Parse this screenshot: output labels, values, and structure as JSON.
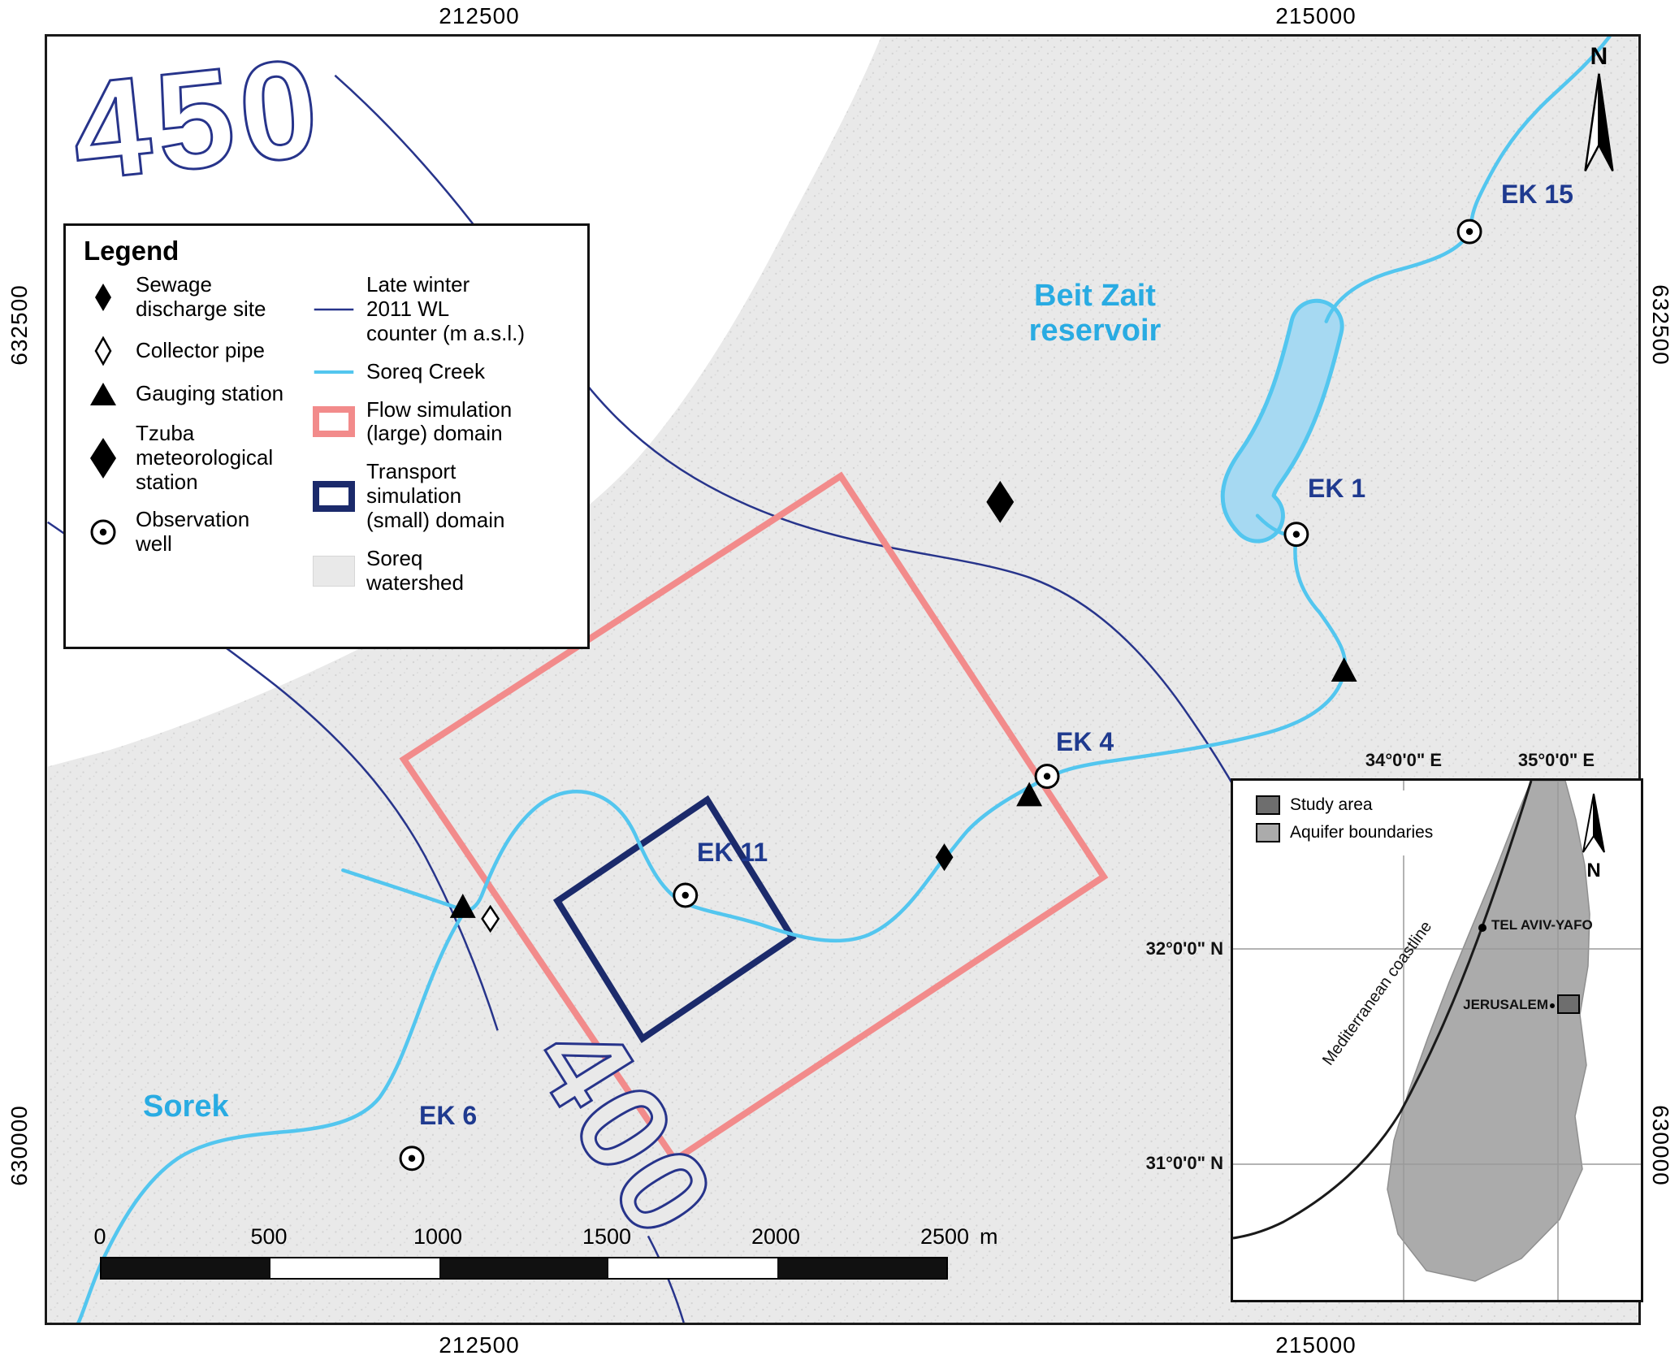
{
  "axes": {
    "top": [
      "212500",
      "215000"
    ],
    "bottom": [
      "212500",
      "215000"
    ],
    "left": [
      "632500",
      "630000"
    ],
    "right": [
      "632500",
      "630000"
    ]
  },
  "legend": {
    "title": "Legend",
    "symbols": [
      {
        "label": "Sewage\ndischarge site"
      },
      {
        "label": "Collector pipe"
      },
      {
        "label": "Gauging station"
      },
      {
        "label": "Tzuba\nmeteorological\nstation"
      },
      {
        "label": "Observation\nwell"
      }
    ],
    "layers": [
      {
        "label": "Late winter\n2011 WL\ncounter (m a.s.l.)"
      },
      {
        "label": "Soreq Creek"
      },
      {
        "label": "Flow simulation\n(large) domain"
      },
      {
        "label": "Transport\nsimulation\n(small) domain"
      },
      {
        "label": "Soreq\nwatershed"
      }
    ]
  },
  "map_labels": {
    "contour_450": "450",
    "contour_400": "400",
    "beit_zait": "Beit Zait\nreservoir",
    "sorek": "Sorek",
    "ek15": "EK 15",
    "ek1": "EK 1",
    "ek4": "EK 4",
    "ek11": "EK 11",
    "ek6": "EK 6",
    "north": "N"
  },
  "scalebar": {
    "ticks": [
      "0",
      "500",
      "1000",
      "1500",
      "2000",
      "2500"
    ],
    "unit": "m"
  },
  "inset": {
    "legend": [
      {
        "label": "Study area"
      },
      {
        "label": "Aquifer boundaries"
      }
    ],
    "coastline_label": "Mediterranean coastline",
    "cities": {
      "tel_aviv": "TEL AVIV-YAFO",
      "jerusalem": "JERUSALEM"
    },
    "grid": {
      "e34": "34°0'0\" E",
      "e35": "35°0'0\" E",
      "n32": "32°0'0\" N",
      "n31": "31°0'0\" N"
    },
    "north": "N"
  },
  "colors": {
    "contour": "#27348b",
    "creek": "#53c6ef",
    "reservoir_fill": "#a6d9f2",
    "flow_domain": "#f28b8b",
    "transport_domain": "#1b2a6b",
    "watershed": "#e9e9e9",
    "cyan_label": "#29abe2",
    "navy_label": "#1f3a8f"
  }
}
